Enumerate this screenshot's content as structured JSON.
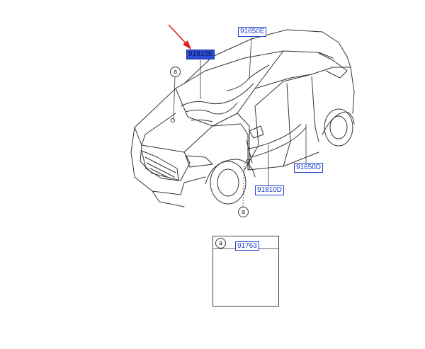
{
  "labels": {
    "top_harness": "91650E",
    "front_harness": "91810E",
    "rear_door": "91650D",
    "front_door": "91810D",
    "detail_part": "91763"
  },
  "callouts": {
    "upper": "a",
    "lower": "a",
    "detail": "a"
  },
  "colors": {
    "label_text": "#1f3fd0",
    "highlight_fill": "#2d4fd8",
    "arrow": "#e02020",
    "line_art": "#333333"
  }
}
